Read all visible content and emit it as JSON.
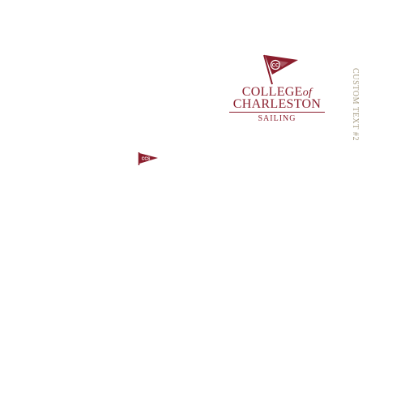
{
  "logo": {
    "flag_text": "CC",
    "line1_main": "COLLEGE",
    "line1_of": "of",
    "line2": "CHARLESTON",
    "subline": "SAILING"
  },
  "custom_text": "CUSTOM TEXT #2",
  "small_pennant": {
    "flag_text": "CCS"
  },
  "colors": {
    "brand_maroon": "#8b1e2d",
    "custom_text_tan": "#a89e86",
    "background": "#ffffff"
  },
  "icons": {
    "large_pennant": "burgee-pennant-icon",
    "small_pennant": "burgee-pennant-icon"
  }
}
